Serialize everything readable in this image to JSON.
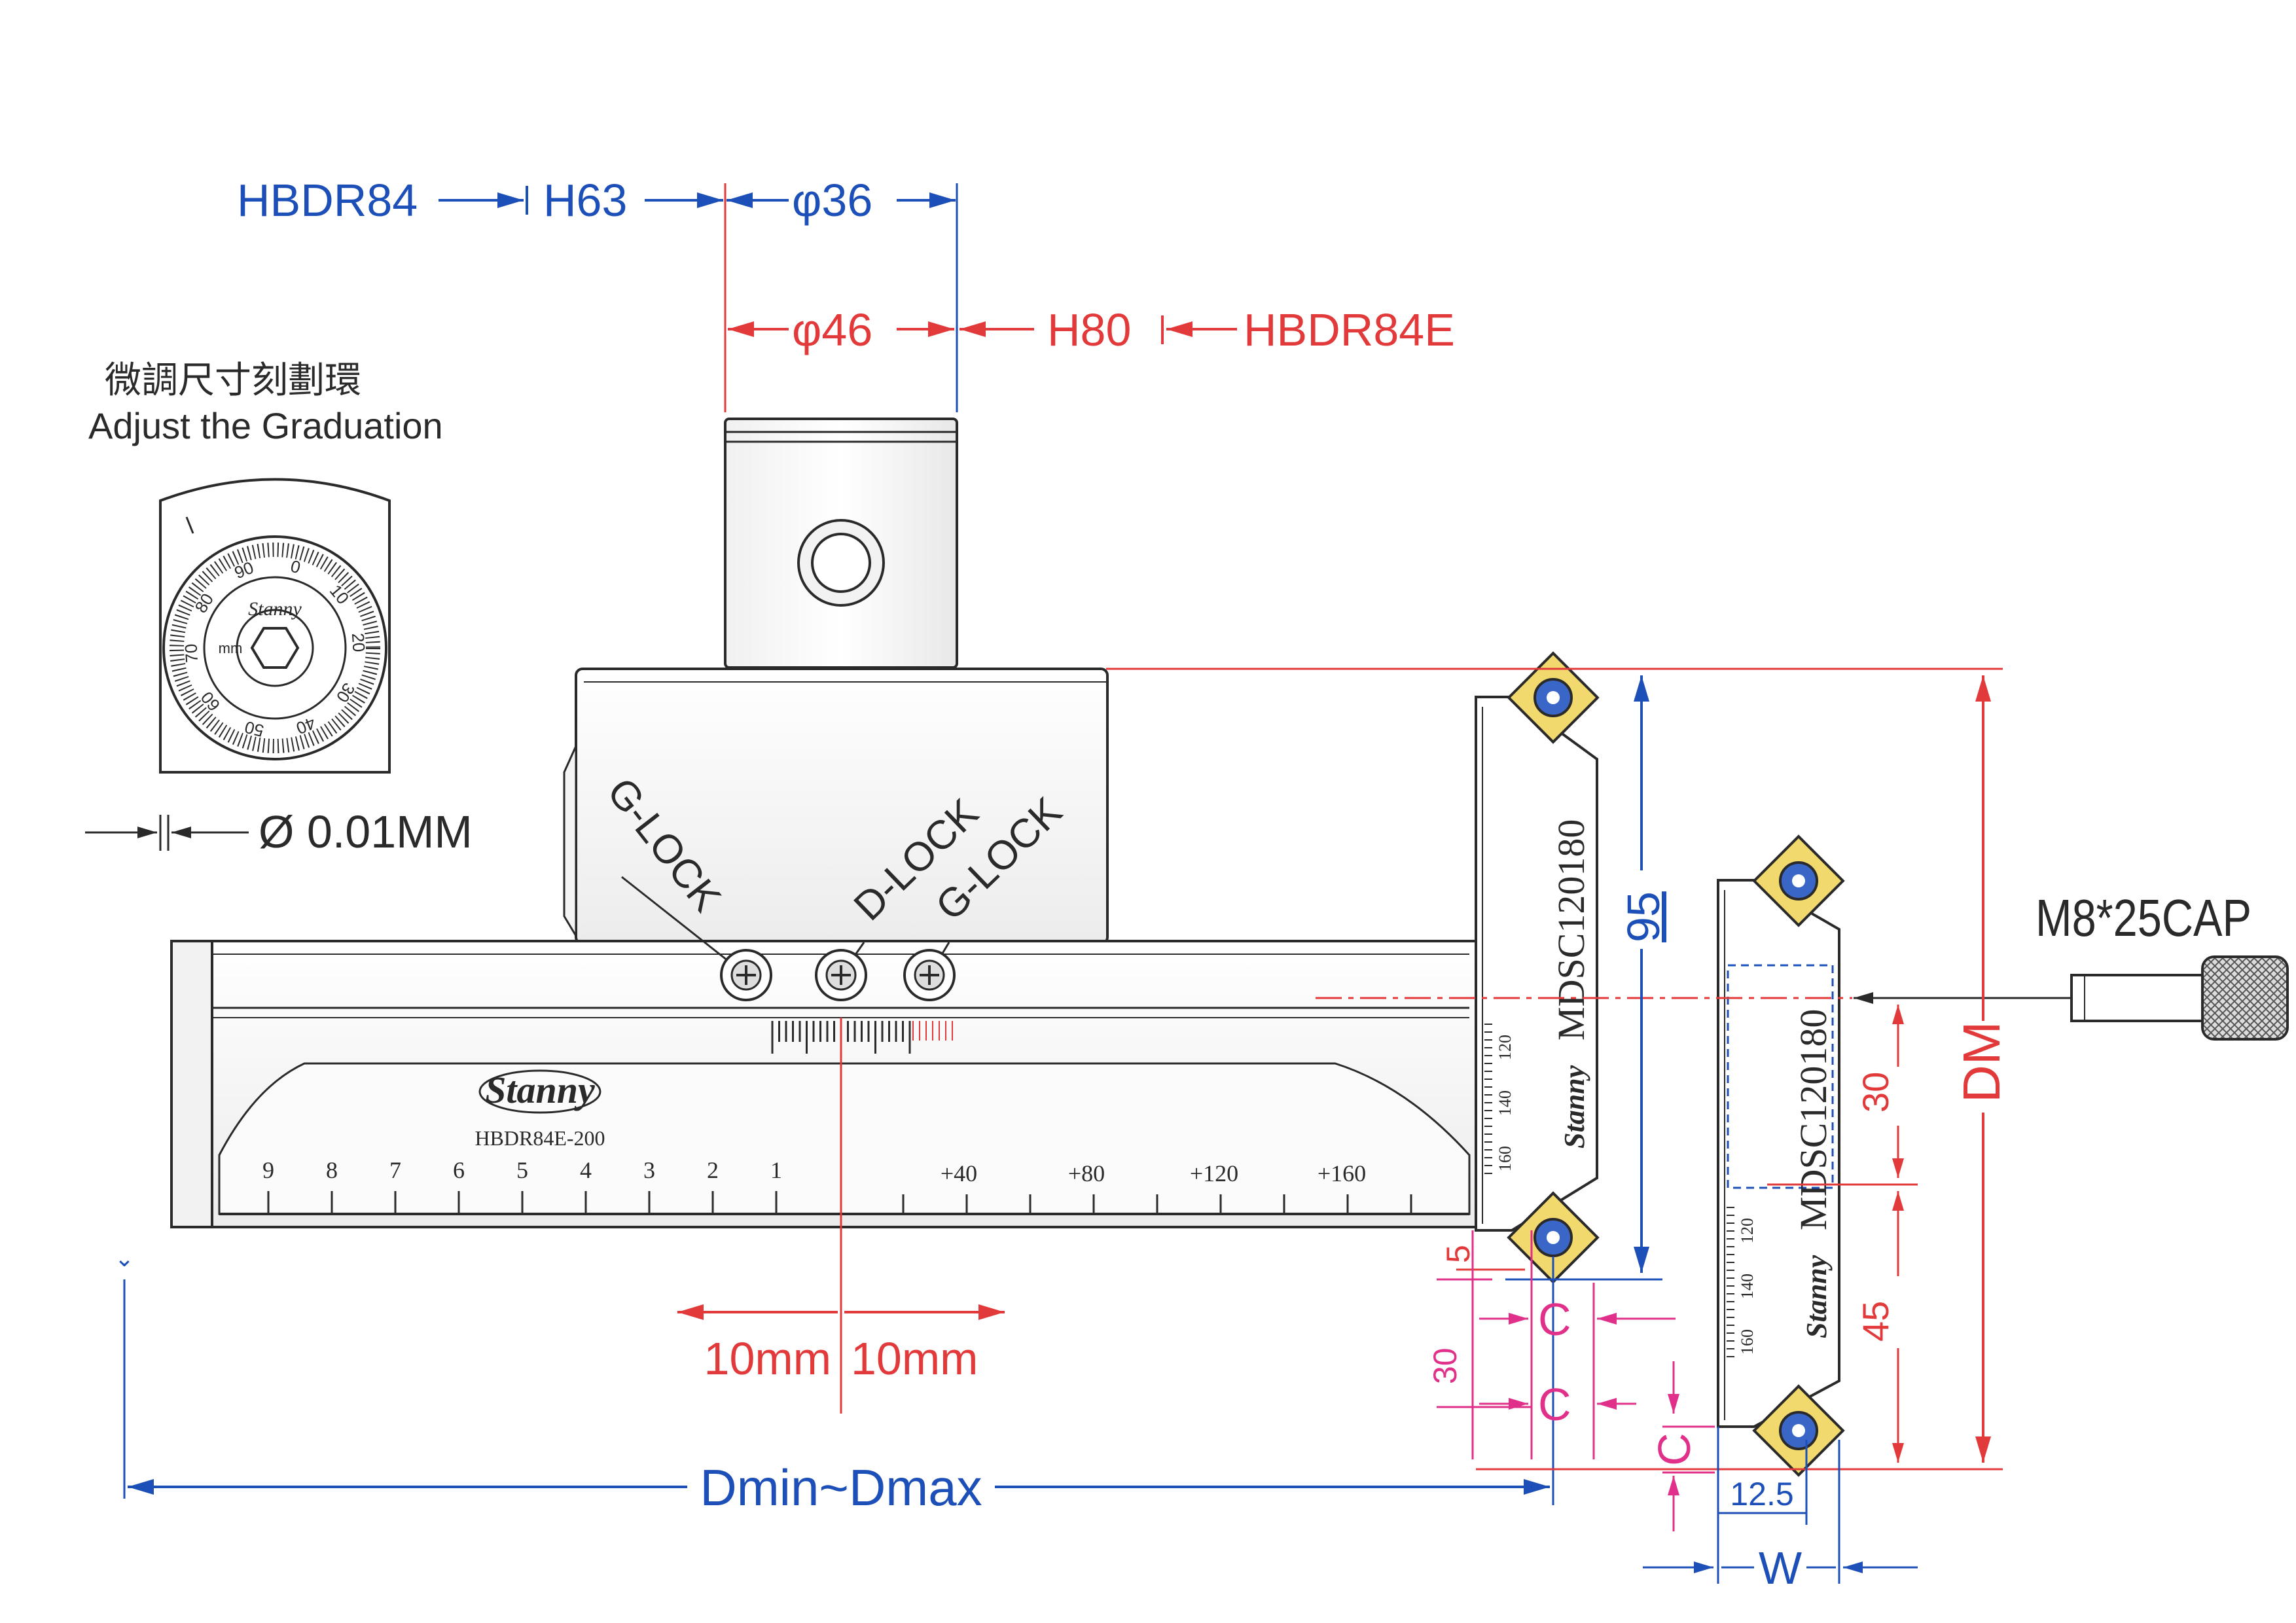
{
  "top_dims": {
    "hbdr84": "HBDR84",
    "h63": "H63",
    "phi36": "φ36",
    "phi46": "φ46",
    "h80": "H80",
    "hbdr84e": "HBDR84E"
  },
  "graduation": {
    "title_cn": "微調尺寸刻劃環",
    "title_en": "Adjust the Graduation",
    "resolution": "Ø 0.01MM",
    "dial_numbers": [
      "0",
      "10",
      "20",
      "30",
      "40",
      "50",
      "60",
      "70",
      "80",
      "90"
    ],
    "dial_brand": "Stanny",
    "dial_unit": "mm"
  },
  "body": {
    "brand": "Stanny",
    "model": "HBDR84E-200",
    "locks": [
      "G-LOCK",
      "D-LOCK",
      "G-LOCK"
    ],
    "scale_left": [
      "9",
      "8",
      "7",
      "6",
      "5",
      "4",
      "3",
      "2",
      "1"
    ],
    "scale_right": [
      "+40",
      "+80",
      "+120",
      "+160"
    ]
  },
  "inserts": {
    "code_1": "MDSC120180",
    "code_2": "MDSC120180",
    "scale_1": [
      "120",
      "140",
      "160"
    ],
    "scale_2": [
      "120",
      "140",
      "160"
    ],
    "brand": "Stanny"
  },
  "dims": {
    "ten_left": "10mm",
    "ten_right": "10mm",
    "dmin_dmax": "Dmin~Dmax",
    "dim95": "95",
    "dim5": "5",
    "dim30_left": "30",
    "c1": "C",
    "c2": "C",
    "c3": "C",
    "dim12_5": "12.5",
    "w": "W",
    "dim30_right": "30",
    "dim45": "45",
    "dm": "DM",
    "m8": "M8*25CAP"
  },
  "colors": {
    "blue": "#1d4fb8",
    "red": "#e23a3a",
    "magenta": "#e0308a",
    "ink": "#2a2a2a"
  }
}
